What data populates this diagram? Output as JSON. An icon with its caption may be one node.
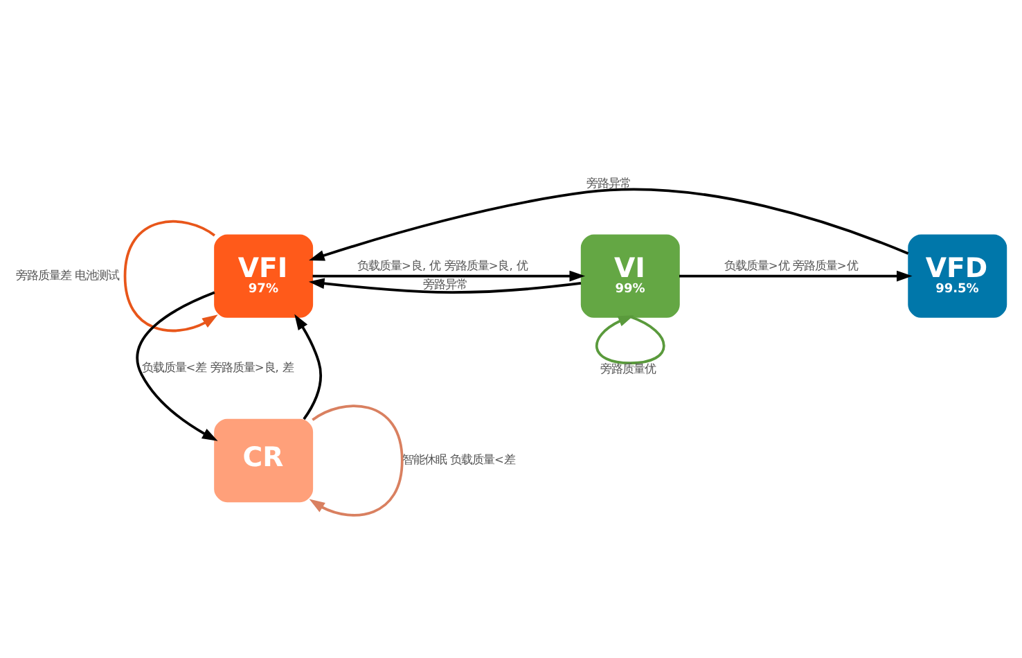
{
  "diagram": {
    "nodes": [
      {
        "text": [
          "VFI",
          "97%"
        ]
      },
      {
        "text": [
          "VI",
          "99%"
        ]
      },
      {
        "text": [
          "VFD",
          "99.5%"
        ]
      },
      {
        "text": [
          "CR"
        ]
      }
    ],
    "edges": [
      {
        "from": 2,
        "to": 0,
        "arrow": "to",
        "label": "旁路异常"
      },
      {
        "from": 0,
        "to": 0,
        "arrow": "to",
        "label": "旁路质量差 电池测试",
        "color": "#e8561a"
      },
      {
        "from": 0,
        "to": 1,
        "arrow": "to",
        "label": "负载质量>良, 优 旁路质量>良, 优"
      },
      {
        "from": 1,
        "to": 0,
        "arrow": "to",
        "label": "旁路异常"
      },
      {
        "from": 1,
        "to": 2,
        "arrow": "to",
        "label": "负载质量>优 旁路质量>优"
      },
      {
        "from": 1,
        "to": 1,
        "arrow": "to",
        "label": "旁路质量优",
        "color": "#5a9a3c"
      },
      {
        "from": 0,
        "to": 3,
        "arrow": "to",
        "label": "负载质量<差 旁路质量>良, 差"
      },
      {
        "from": 3,
        "to": 0,
        "arrow": "to"
      },
      {
        "from": 3,
        "to": 3,
        "arrow": "to",
        "label": "智能休眠 负载质量<差",
        "color": "#d98060"
      }
    ]
  }
}
